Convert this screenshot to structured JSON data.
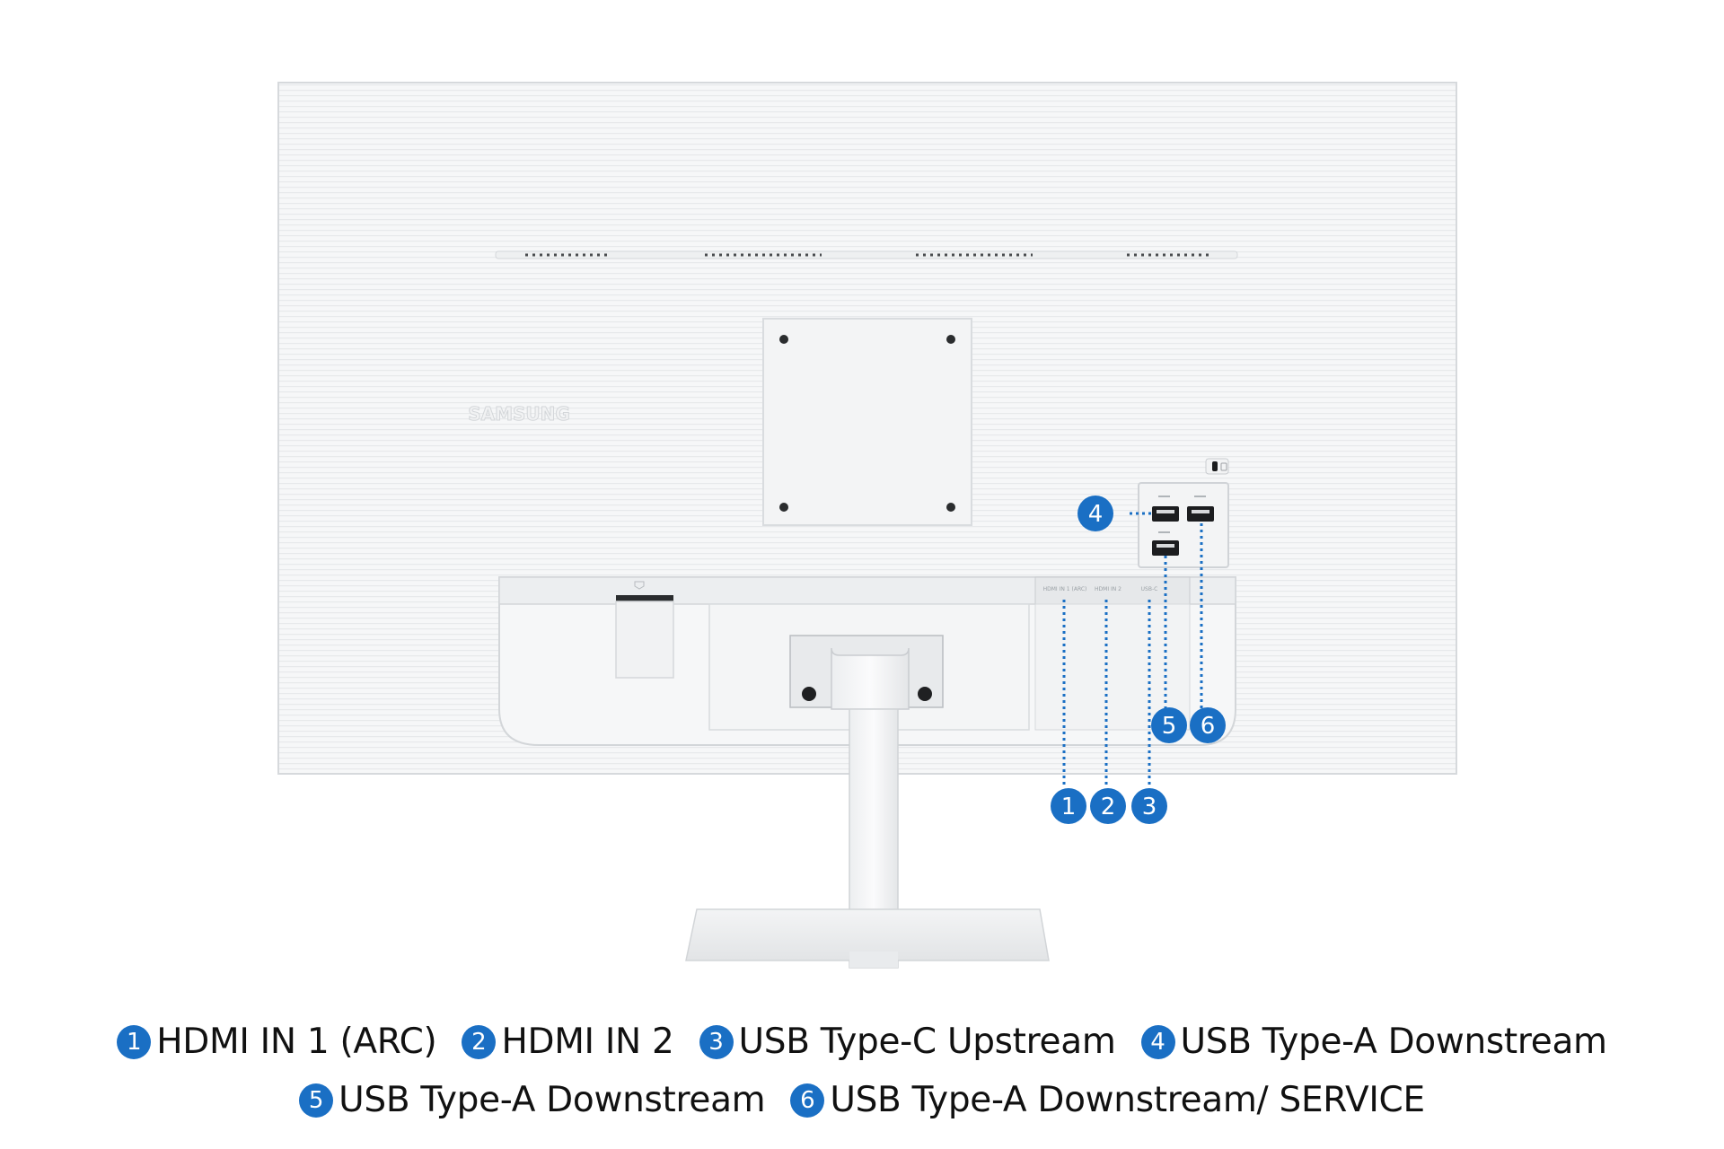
{
  "brand": {
    "logo_text": "SAMSUNG"
  },
  "port_labels": {
    "hdmi1": "HDMI IN 1 (ARC)",
    "hdmi2": "HDMI IN 2",
    "usbc": "USB-C"
  },
  "callouts": [
    "1",
    "2",
    "3",
    "4",
    "5",
    "6"
  ],
  "legend": {
    "row1": [
      {
        "num": "1",
        "label": "HDMI IN 1 (ARC)"
      },
      {
        "num": "2",
        "label": "HDMI IN 2"
      },
      {
        "num": "3",
        "label": "USB Type-C Upstream"
      },
      {
        "num": "4",
        "label": "USB Type-A Downstream"
      }
    ],
    "row2": [
      {
        "num": "5",
        "label": "USB Type-A Downstream"
      },
      {
        "num": "6",
        "label": "USB Type-A Downstream/ SERVICE"
      }
    ]
  },
  "colors": {
    "accent": "#1a6fc4",
    "body": "#f4f5f6",
    "outline": "#d9dcdf"
  },
  "icons": [
    "usb-icon",
    "lock-icon",
    "vesa-screw-icon"
  ]
}
